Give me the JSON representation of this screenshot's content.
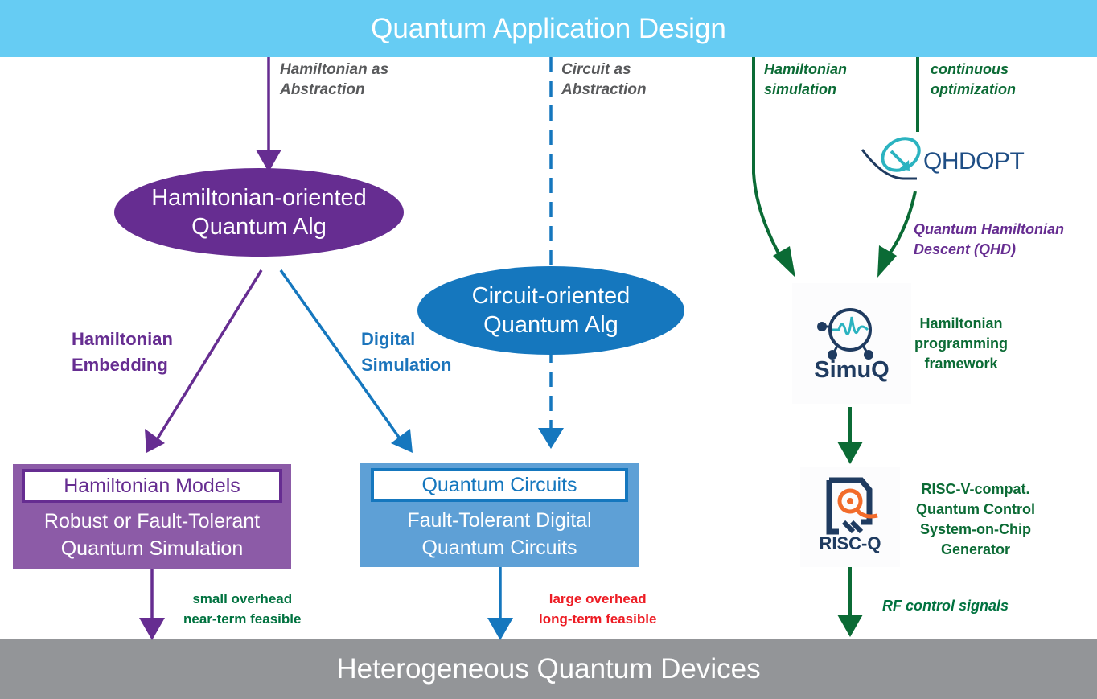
{
  "header": {
    "title": "Quantum Application Design"
  },
  "footer": {
    "title": "Heterogeneous Quantum Devices"
  },
  "abstractions": {
    "hamiltonian": [
      "Hamiltonian as",
      "Abstraction"
    ],
    "circuit": [
      "Circuit as",
      "Abstraction"
    ]
  },
  "algorithms": {
    "hamiltonian": [
      "Hamiltonian-oriented",
      "Quantum Alg"
    ],
    "circuit": [
      "Circuit-oriented",
      "Quantum Alg"
    ]
  },
  "edges": {
    "embedding": [
      "Hamiltonian",
      "Embedding"
    ],
    "digital": [
      "Digital",
      "Simulation"
    ]
  },
  "models": {
    "hamiltonian": {
      "title": "Hamiltonian Models",
      "body": [
        "Robust or Fault-Tolerant",
        "Quantum Simulation"
      ]
    },
    "circuit": {
      "title": "Quantum Circuits",
      "body": [
        "Fault-Tolerant Digital",
        "Quantum Circuits"
      ]
    }
  },
  "overheads": {
    "small": [
      "small overhead",
      "near-term feasible"
    ],
    "large": [
      "large overhead",
      "long-term feasible"
    ]
  },
  "right_flow": {
    "ham_sim": [
      "Hamiltonian",
      "simulation"
    ],
    "cont_opt": [
      "continuous",
      "optimization"
    ],
    "qhdopt_logo": "QHDOPT",
    "qhd": [
      "Quantum Hamiltonian",
      "Descent (QHD)"
    ],
    "simuq_logo": "SimuQ",
    "simuq_desc": [
      "Hamiltonian",
      "programming",
      "framework"
    ],
    "riscq_logo": "RISC-Q",
    "riscq_desc": [
      "RISC-V-compat.",
      "Quantum Control",
      "System-on-Chip",
      "Generator"
    ],
    "rf": "RF control signals"
  },
  "colors": {
    "header_bg": "#66ccf3",
    "footer_bg": "#939598",
    "purple": "#662d91",
    "blue": "#1577be",
    "green": "#006838",
    "red": "#ed1c24",
    "logo_navy": "#1f3b60",
    "logo_teal": "#2bb3c0",
    "logo_orange": "#f26b2a"
  }
}
